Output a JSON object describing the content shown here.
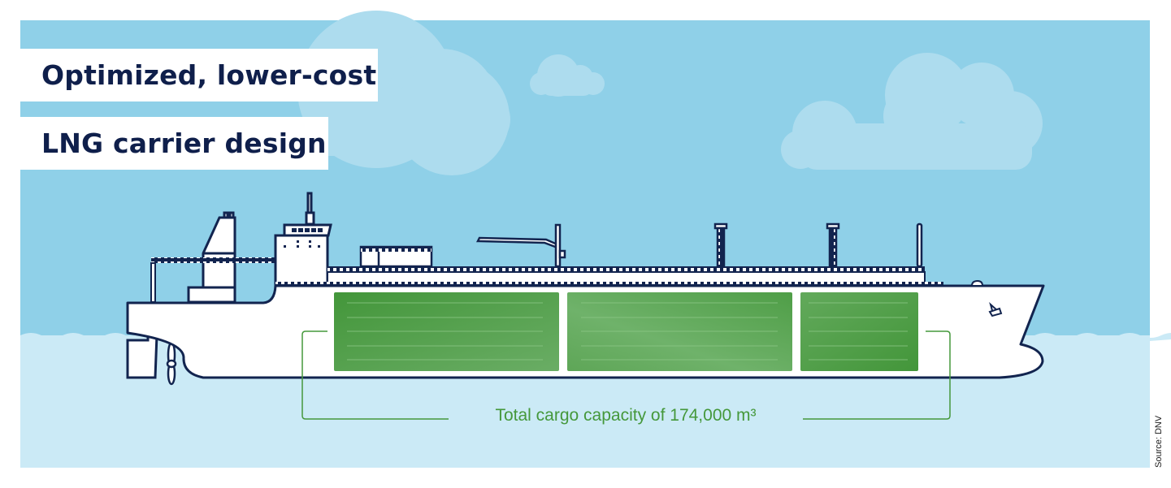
{
  "title": {
    "line1": "Optimized, lower-cost",
    "line2": "LNG carrier design"
  },
  "caption": {
    "text": "Total cargo capacity of 174,000 m³"
  },
  "source": {
    "text": "Source: DNV"
  },
  "ship": {
    "type": "LNG carrier",
    "cargo_tanks": 3,
    "cargo_capacity_m3": 174000
  },
  "colors": {
    "sky": "#8fd0e8",
    "cloud": "#addcee",
    "sea": "#cbeaf6",
    "hull_outline": "#12244f",
    "hull_fill": "#ffffff",
    "tank_green": "#4e9e45",
    "caption_green": "#45983b",
    "title_text": "#0f1f4b"
  }
}
